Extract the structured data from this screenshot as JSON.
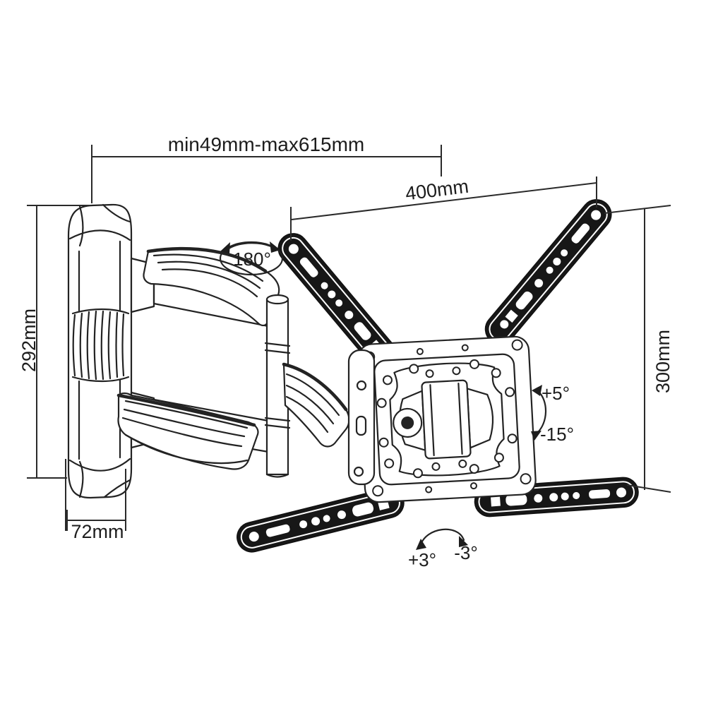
{
  "diagram": {
    "title": "Full-motion TV wall mount bracket dimension drawing",
    "labels": {
      "extension_range": "min49mm-max615mm",
      "vesa_width": "400mm",
      "wall_plate_height": "292mm",
      "vesa_height": "300mm",
      "wall_plate_depth": "72mm",
      "swivel": "180°",
      "tilt_up": "+5°",
      "tilt_down": "-15°",
      "roll_plus": "+3°",
      "roll_minus": "-3°"
    },
    "colors": {
      "ink": "#232323",
      "background": "#ffffff",
      "bracket_fill": "#171717"
    }
  }
}
